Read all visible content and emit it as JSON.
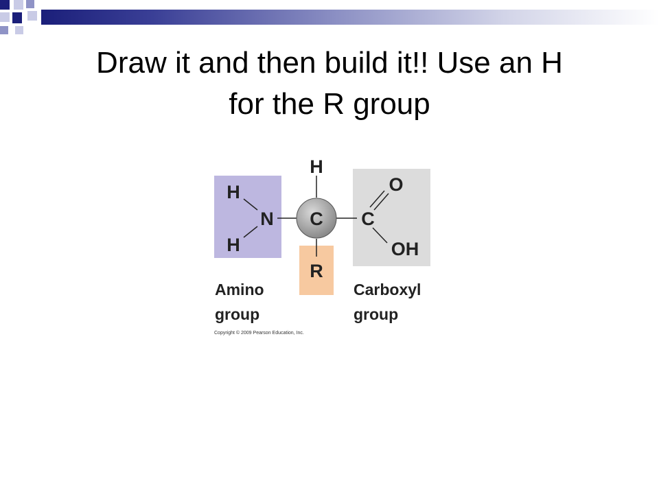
{
  "slide": {
    "title_line1": "Draw it and then build it!!  Use an H",
    "title_line2": "for the R group"
  },
  "diagram": {
    "atoms": {
      "top_h": "H",
      "amino_h_top": "H",
      "amino_n": "N",
      "amino_h_bottom": "H",
      "alpha_c": "C",
      "carboxyl_c": "C",
      "carboxyl_o": "O",
      "carboxyl_oh": "OH",
      "r_group": "R"
    },
    "labels": {
      "amino_line1": "Amino",
      "amino_line2": "group",
      "carboxyl_line1": "Carboxyl",
      "carboxyl_line2": "group"
    },
    "copyright": "Copyright © 2009 Pearson Education, Inc."
  },
  "colors": {
    "accent_navy": "#1b1f7a",
    "amino_box": "#bdb7e0",
    "carboxyl_box": "#dcdcdc",
    "r_box": "#f7c9a0",
    "alpha_carbon": "#9a9a9a"
  }
}
